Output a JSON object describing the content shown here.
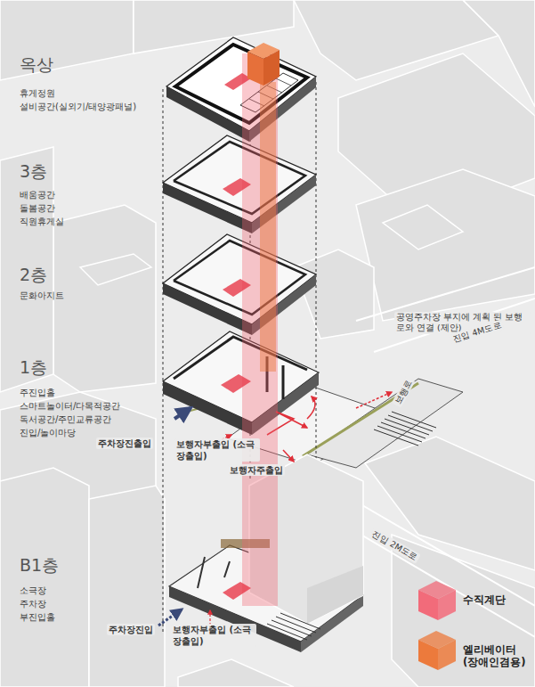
{
  "diagram": {
    "labels": [
      "옥상",
      "휴게정원",
      "설비공간(실외기/태양광패널)",
      "3층",
      "배움공간",
      "돌봄공간",
      "직원휴게실",
      "2층",
      "문화아지트",
      "1층",
      "주진입홀",
      "스마트놀이터/다목적공간",
      "독서공간/주민교류공간",
      "진입/놀이마당",
      "공영주차장 부지에 계획 된 보행로와 연결 (제안)",
      "진입 4M도로",
      "보행로",
      "주차장진출입",
      "보행자부출입 (소극장출입)",
      "보행자주출입",
      "진입 2M도로",
      "B1층",
      "소극장",
      "주차장",
      "부진입홀",
      "주차장진입",
      "보행자부출입 (소극장출입)"
    ],
    "legend": [
      {
        "text": "수직계단",
        "color": "#f26b7a"
      },
      {
        "text": "엘리베이터 (장애인겸용)",
        "color": "#ec7a3c"
      }
    ]
  }
}
